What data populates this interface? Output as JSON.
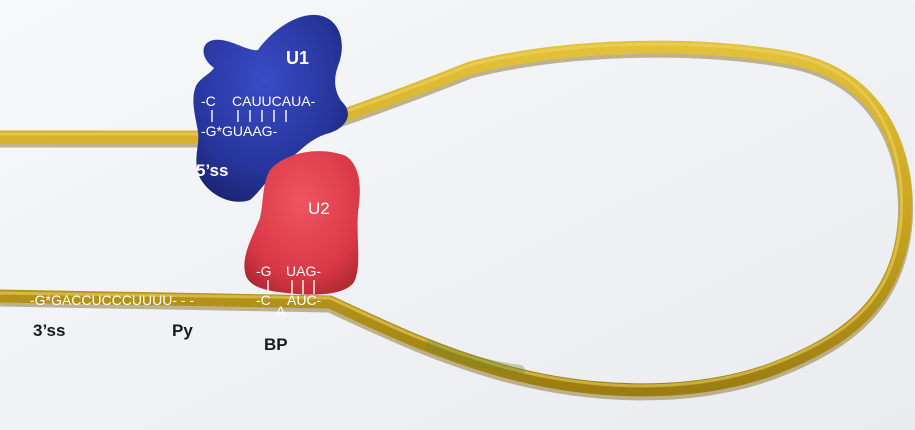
{
  "image": {
    "colors": {
      "background": "#f4f5f7",
      "rna_strand": "#c9a51d",
      "u1_snrnp": "#2b3aa6",
      "u2_snrnp": "#de3d4a",
      "label_on_model": "#ffffff",
      "label_on_background": "#1a1a1a"
    },
    "u1": {
      "name": "U1",
      "top_seq_left": "-C",
      "top_seq_right": "CAUUCAUA-",
      "bottom_seq": "-G*GUAAG-",
      "site_label": "5’ss"
    },
    "u2": {
      "name": "U2",
      "top_seq_left": "-G",
      "top_seq_right": "UAG-",
      "bottom_seq_c": "-C",
      "bottom_seq_a": "A",
      "bottom_seq_rest": "AUC-"
    },
    "lower_strand": {
      "seq": "-G*GACCUCCCUUUU- - - ",
      "label_3ss": "3’ss",
      "label_py": "Py",
      "label_bp": "BP"
    }
  }
}
